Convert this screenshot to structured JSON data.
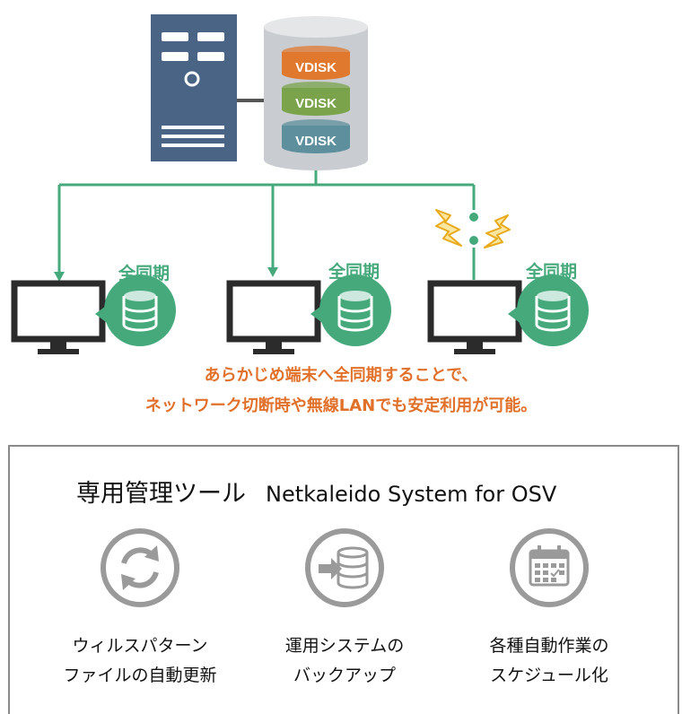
{
  "diagram": {
    "disks": [
      {
        "label": "VDISK",
        "color": "#e0782e"
      },
      {
        "label": "VDISK",
        "color": "#7aa34b"
      },
      {
        "label": "VDISK",
        "color": "#5e8f9c"
      }
    ],
    "clients": [
      {
        "sync_label": "全同期"
      },
      {
        "sync_label": "全同期"
      },
      {
        "sync_label": "全同期"
      }
    ],
    "note_lines": [
      "あらかじめ端末へ全同期することで、",
      "ネットワーク切断時や無線LANでも安定利用が可能。"
    ],
    "colors": {
      "accent": "#45a97c",
      "server": "#4a6486",
      "note": "#e0702a"
    }
  },
  "panel": {
    "title": "専用管理ツール",
    "subtitle": "Netkaleido System for OSV",
    "features": [
      {
        "icon": "sync-arrows-icon",
        "lines": [
          "ウィルスパターン",
          "ファイルの自動更新"
        ]
      },
      {
        "icon": "database-backup-icon",
        "lines": [
          "運用システムの",
          "バックアップ"
        ]
      },
      {
        "icon": "calendar-icon",
        "lines": [
          "各種自動作業の",
          "スケジュール化"
        ]
      }
    ]
  }
}
